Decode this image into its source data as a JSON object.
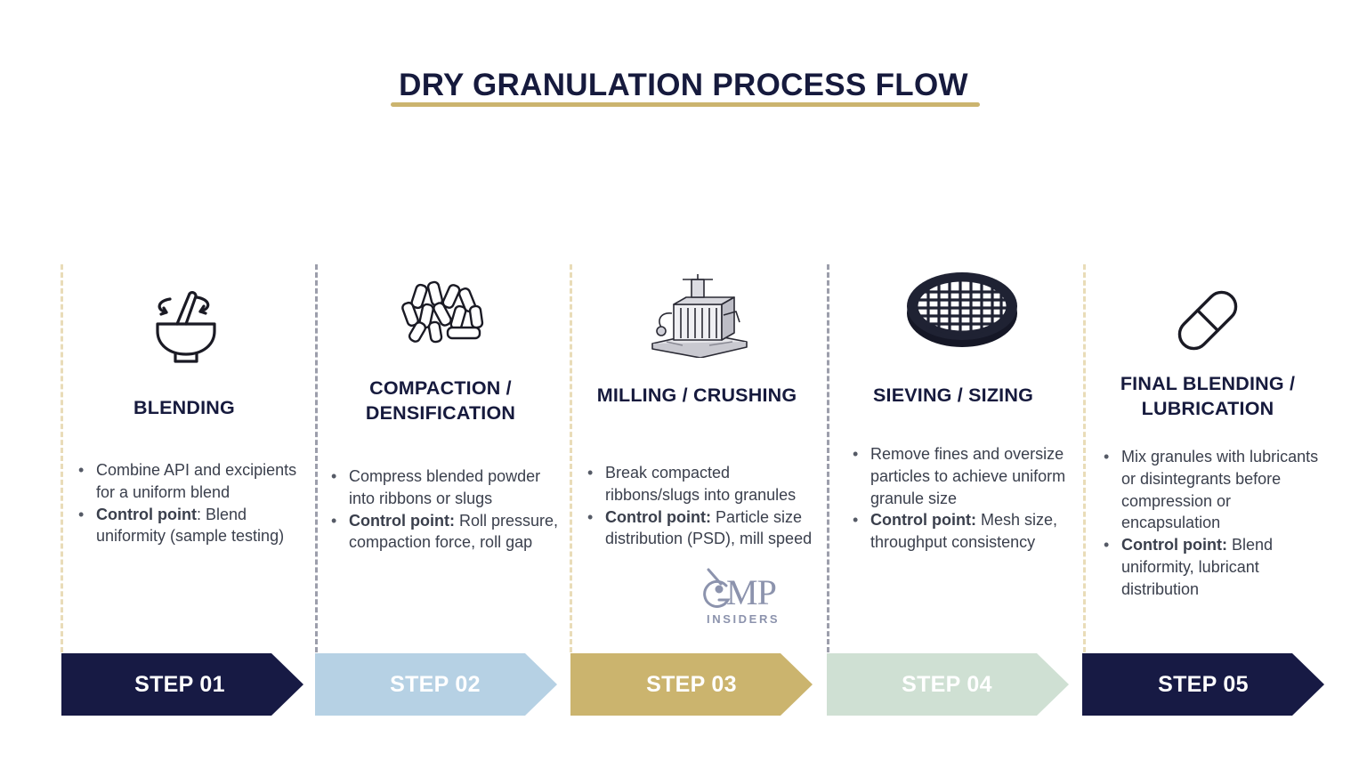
{
  "title": "DRY GRANULATION PROCESS FLOW",
  "colors": {
    "navy": "#171a44",
    "light_blue": "#b6d1e4",
    "gold": "#cbb46e",
    "sage": "#cfe0d3"
  },
  "steps": [
    {
      "icon": "mortar-pestle-icon",
      "heading_line1": "BLENDING",
      "heading_line2": "",
      "bullet1": "Combine API and excipients for a uniform blend",
      "bullet2_label": "Control point",
      "bullet2_text": ": Blend uniformity (sample testing)",
      "step_label": "STEP 01",
      "color": "#171a44"
    },
    {
      "icon": "compacted-slugs-icon",
      "heading_line1": "COMPACTION /",
      "heading_line2": "DENSIFICATION",
      "bullet1": "Compress blended powder into ribbons or slugs",
      "bullet2_label": "Control point:",
      "bullet2_text": " Roll pressure, compaction force, roll gap",
      "step_label": "STEP 02",
      "color": "#b6d1e4"
    },
    {
      "icon": "milling-machine-icon",
      "heading_line1": "MILLING / CRUSHING",
      "heading_line2": "",
      "bullet1": "Break compacted ribbons/slugs into granules",
      "bullet2_label": "Control point:",
      "bullet2_text": " Particle size distribution (PSD), mill speed",
      "step_label": "STEP 03",
      "color": "#cbb46e"
    },
    {
      "icon": "sieve-icon",
      "heading_line1": "SIEVING / SIZING",
      "heading_line2": "",
      "bullet1": "Remove fines and oversize particles to achieve uniform granule size",
      "bullet2_label": "Control point:",
      "bullet2_text": " Mesh size, throughput consistency",
      "step_label": "STEP 04",
      "color": "#cfe0d3"
    },
    {
      "icon": "capsule-icon",
      "heading_line1": "FINAL BLENDING /",
      "heading_line2": "LUBRICATION",
      "bullet1": "Mix granules with lubricants or disintegrants before compression or encapsulation",
      "bullet2_label": "Control point:",
      "bullet2_text": " Blend uniformity, lubricant distribution",
      "step_label": "STEP 05",
      "color": "#171a44"
    }
  ],
  "logo": {
    "main": "MP",
    "sub": "INSIDERS"
  }
}
